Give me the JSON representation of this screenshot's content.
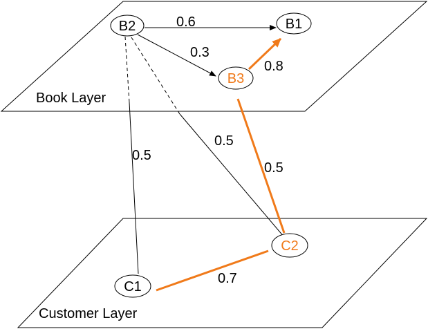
{
  "layers": {
    "top_label": "Book Layer",
    "bottom_label": "Customer Layer"
  },
  "nodes": {
    "b1": "B1",
    "b2": "B2",
    "b3": "B3",
    "c1": "C1",
    "c2": "C2"
  },
  "edge_labels": {
    "b2_b1": "0.6",
    "b2_b3": "0.3",
    "b3_b1": "0.8",
    "b2_c1": "0.5",
    "b2_c2": "0.5",
    "b3_c2": "0.5",
    "c1_c2": "0.7"
  },
  "colors": {
    "highlight": "#f07a1a",
    "line": "#000000"
  }
}
